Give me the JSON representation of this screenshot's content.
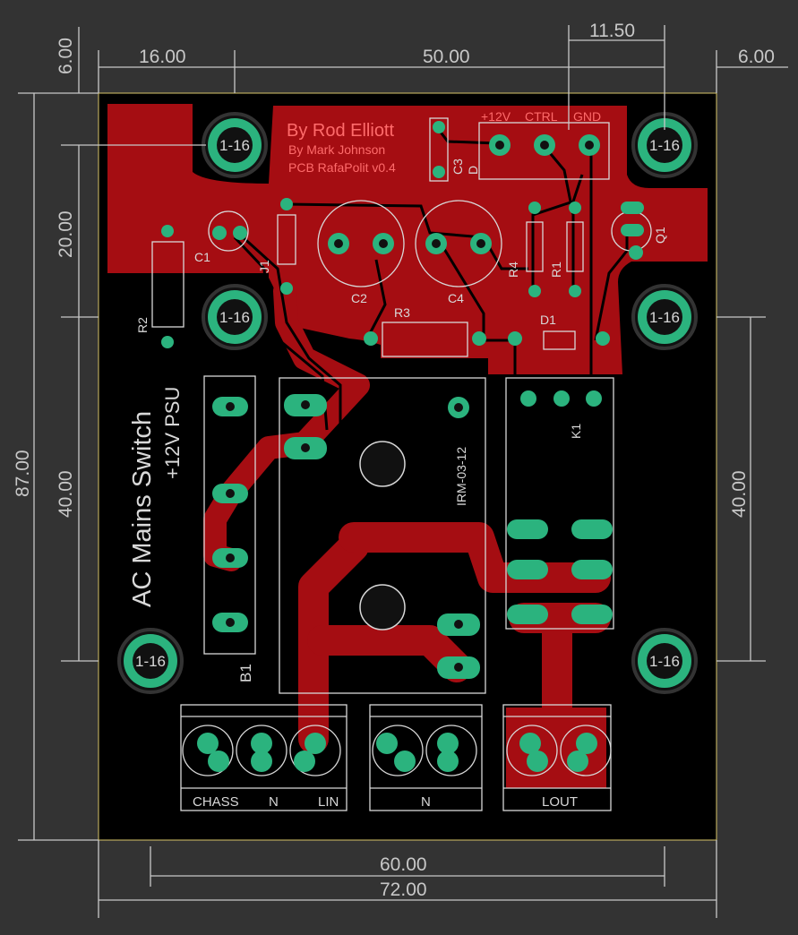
{
  "dimensions": {
    "top_left_margin": "6.00",
    "top_offset": "16.00",
    "top_span": "50.00",
    "top_right_small": "11.50",
    "top_right_margin": "6.00",
    "left_total": "87.00",
    "left_upper": "20.00",
    "left_lower": "40.00",
    "right_lower": "40.00",
    "bottom_inner": "60.00",
    "bottom_total": "72.00"
  },
  "mount_holes": [
    "1-16",
    "1-16",
    "1-16",
    "1-16",
    "1-16",
    "1-16"
  ],
  "credits": {
    "author": "By Rod Elliott",
    "contributor": "By Mark Johnson",
    "version": "PCB RafaPolit v0.4"
  },
  "board_title": {
    "line1": "AC Mains Switch",
    "line2": "+12V PSU"
  },
  "connector_labels": {
    "ctrl_12v": "+12V",
    "ctrl": "CTRL",
    "gnd": "GND",
    "chass": "CHASS",
    "n1": "N",
    "lin": "LIN",
    "n2": "N",
    "lout": "LOUT"
  },
  "components": {
    "c1": "C1",
    "c2": "C2",
    "c3": "C3",
    "c4": "C4",
    "r1": "R1",
    "r2": "R2",
    "r3": "R3",
    "r4": "R4",
    "d1": "D1",
    "q1": "Q1",
    "j1": "J1",
    "k1": "K1",
    "b1": "B1",
    "psu": "IRM-03-12",
    "d_small": "D"
  },
  "colors": {
    "background": "#333333",
    "board": "#000000",
    "copper": "#a50d12",
    "pad": "#2bb37e",
    "silkscreen": "#d8d8d8",
    "label_red": "#ff6b6b"
  }
}
